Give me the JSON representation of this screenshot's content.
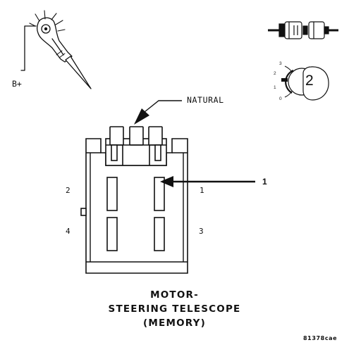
{
  "probe": {
    "label": "B+"
  },
  "connector": {
    "color_label": "NATURAL",
    "callout_number": "1",
    "pins": {
      "p1": "1",
      "p2": "2",
      "p3": "3",
      "p4": "4"
    }
  },
  "title": {
    "line1": "MOTOR-",
    "line2": "STEERING TELESCOPE",
    "line3": "(MEMORY)"
  },
  "dial_icon": {
    "scale": [
      "3",
      "2",
      "1",
      "0"
    ],
    "value": "2"
  },
  "figure_code": "81378cae"
}
